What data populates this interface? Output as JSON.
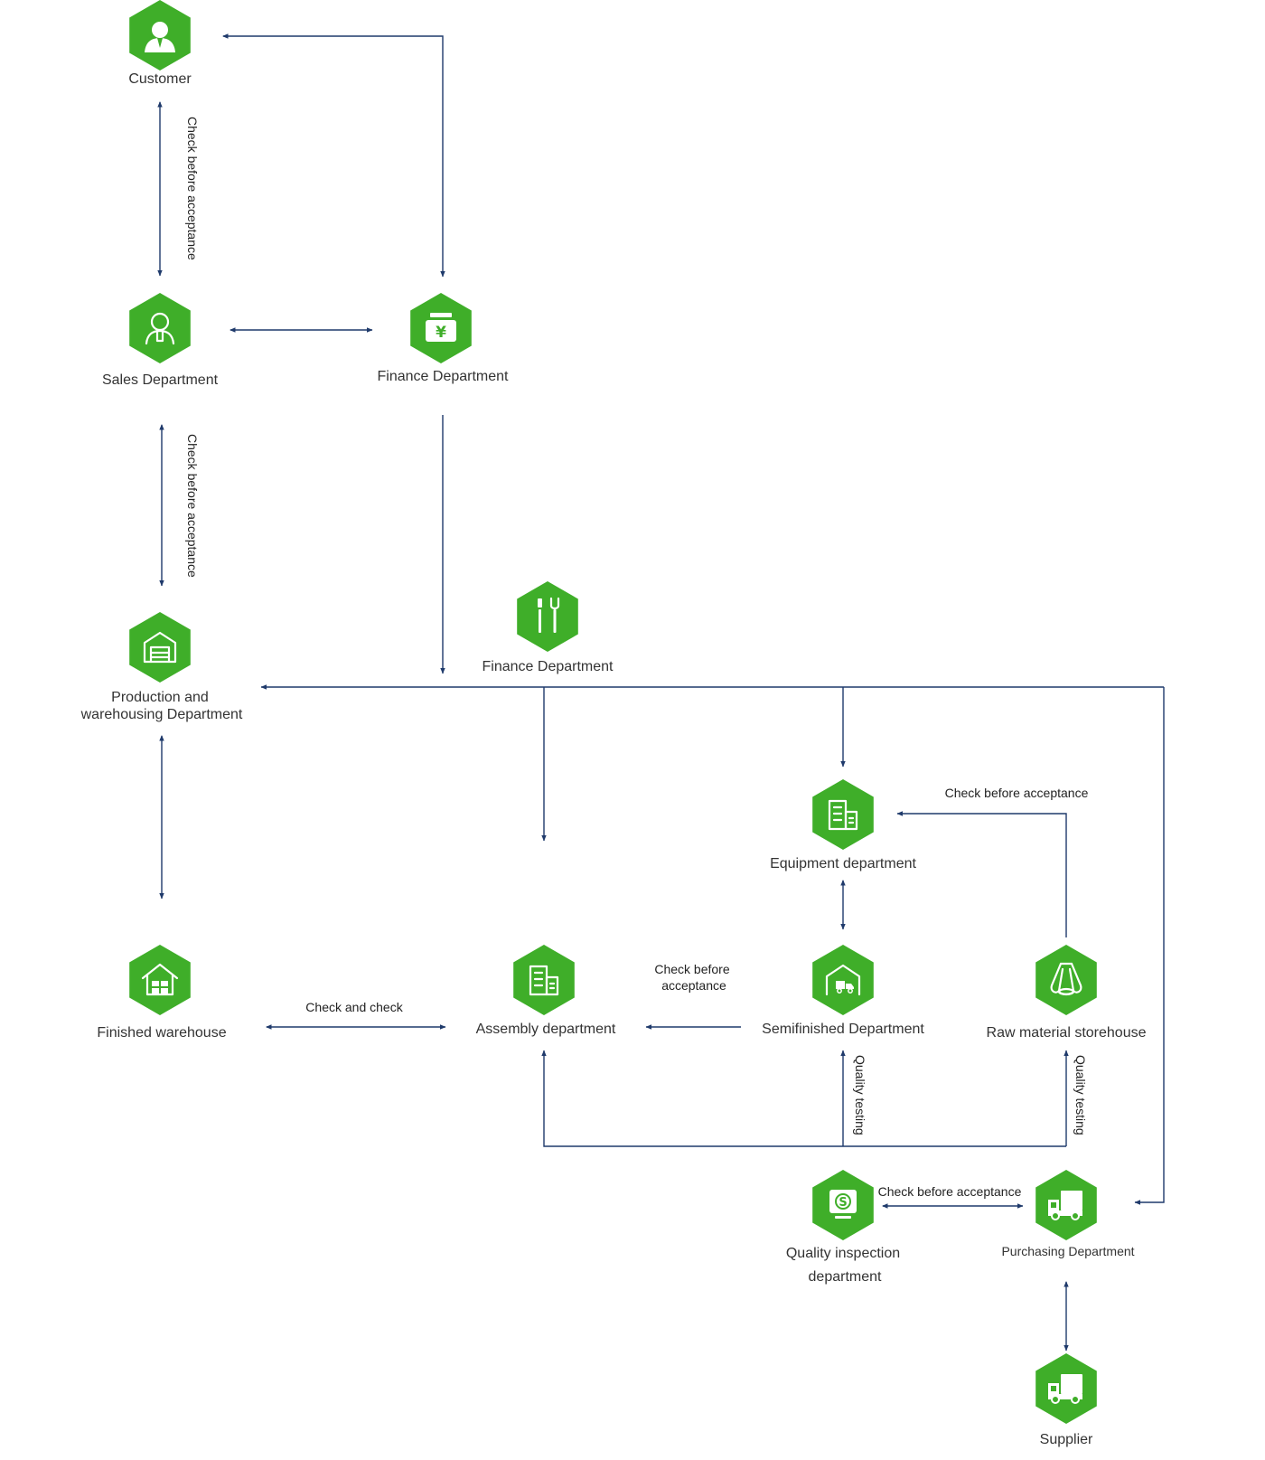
{
  "colors": {
    "node": "#3fae29",
    "line": "#1f3a6b",
    "text": "#333333"
  },
  "nodes": {
    "customer": {
      "label": "Customer",
      "icon": "businessman-icon"
    },
    "sales": {
      "label": "Sales Department",
      "icon": "person-icon"
    },
    "finance": {
      "label": "Finance Department",
      "icon": "money-box-icon"
    },
    "finance_tools": {
      "label": "Finance Department",
      "icon": "tools-icon"
    },
    "production": {
      "label_line1": "Production and",
      "label_line2": "warehousing Department",
      "icon": "warehouse-icon"
    },
    "equipment": {
      "label": "Equipment department",
      "icon": "building-icon"
    },
    "finished": {
      "label": "Finished warehouse",
      "icon": "house-icon"
    },
    "assembly": {
      "label": "Assembly department",
      "icon": "building-icon"
    },
    "semifinished": {
      "label": "Semifinished Department",
      "icon": "garage-truck-icon"
    },
    "raw": {
      "label": "Raw material storehouse",
      "icon": "material-rolls-icon"
    },
    "quality": {
      "label_line1": "Quality inspection",
      "label_line2": "department",
      "icon": "monitor-icon"
    },
    "purchasing": {
      "label": "Purchasing Department",
      "icon": "truck-icon"
    },
    "supplier": {
      "label": "Supplier",
      "icon": "truck-icon"
    }
  },
  "edge_labels": {
    "customer_sales": "Check before acceptance",
    "sales_production": "Check before acceptance",
    "raw_equipment": "Check before acceptance",
    "semi_assembly_line1": "Check before",
    "semi_assembly_line2": "acceptance",
    "finished_assembly": "Check and check",
    "quality_semi": "Quality testing",
    "quality_raw": "Quality testing",
    "quality_purchasing": "Check before acceptance"
  }
}
